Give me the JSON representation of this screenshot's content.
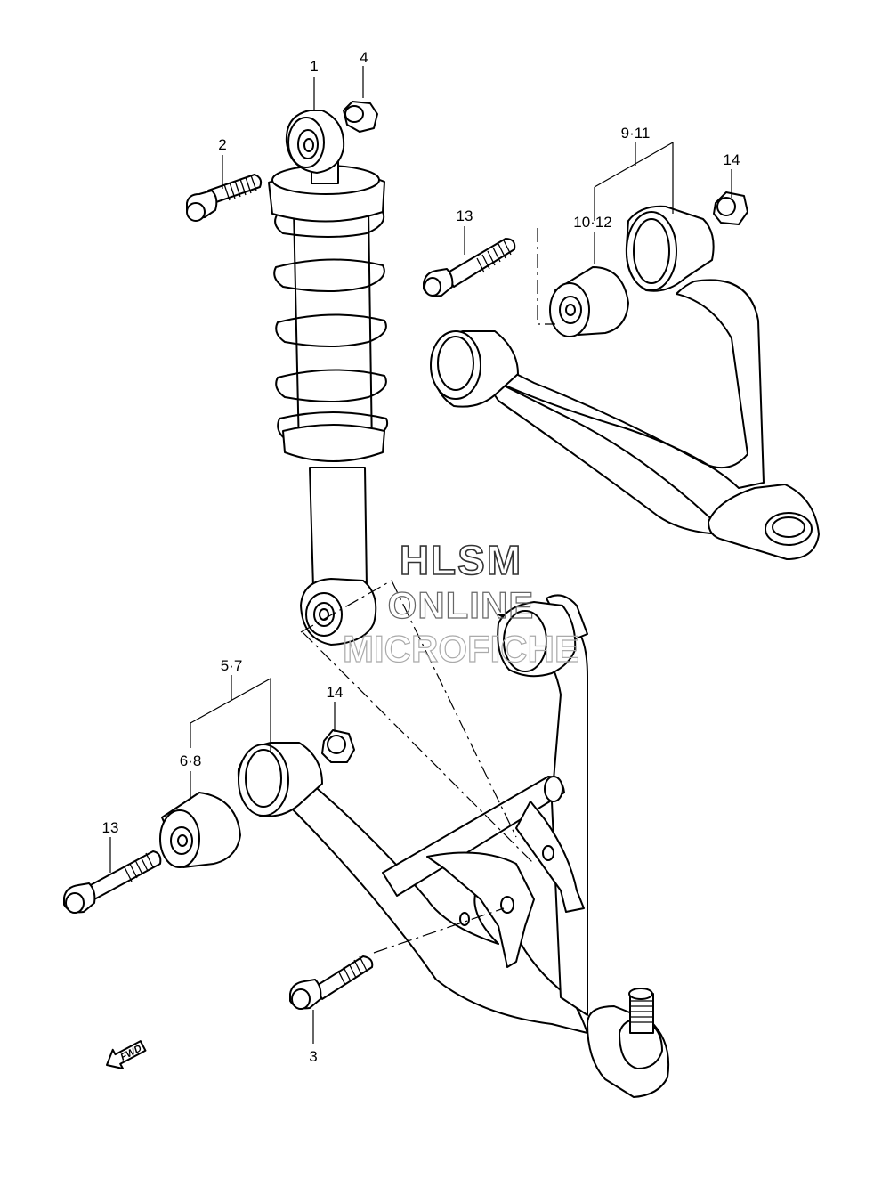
{
  "watermark": {
    "line1": "HLSM",
    "line2": "ONLINE",
    "line3": "MICROFICHE"
  },
  "direction_label": "FWD",
  "callouts": {
    "c1": "1",
    "c2": "2",
    "c3": "3",
    "c4": "4",
    "c5_7": "5·7",
    "c6_8": "6·8",
    "c9_11": "9·11",
    "c10_12": "10·12",
    "c13_upper": "13",
    "c13_lower": "13",
    "c14_upper": "14",
    "c14_lower": "14"
  },
  "icons": {
    "direction": "fwd-arrow-icon"
  }
}
